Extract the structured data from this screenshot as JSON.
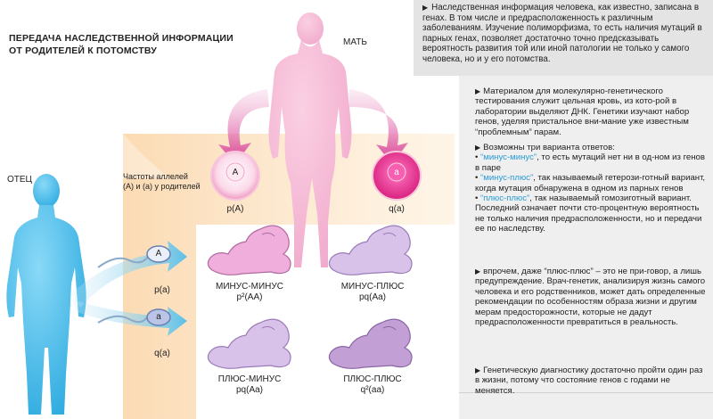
{
  "diagram": {
    "title_line1": "ПЕРЕДАЧА НАСЛЕДСТВЕННОЙ ИНФОРМАЦИИ",
    "title_line2": "ОТ РОДИТЕЛЕЙ К ПОТОМСТВУ",
    "mother_label": "МАТЬ",
    "father_label": "ОТЕЦ",
    "allele_freq_line1": "Частоты аллелей",
    "allele_freq_line2": "(А) и (а) у родителей",
    "egg_A_letter": "А",
    "egg_a_letter": "а",
    "egg_A_freq": "p(A)",
    "egg_a_freq": "q(a)",
    "sperm_A_letter": "А",
    "sperm_a_letter": "а",
    "sperm_A_freq": "p(a)",
    "sperm_a_freq": "q(a)",
    "genotypes": [
      {
        "name": "МИНУС-МИНУС",
        "formula": "p²(AA)"
      },
      {
        "name": "МИНУС-ПЛЮС",
        "formula": "pq(Aa)"
      },
      {
        "name": "ПЛЮС-МИНУС",
        "formula": "pq(Aa)"
      },
      {
        "name": "ПЛЮС-ПЛЮС",
        "formula": "q²(aa)"
      }
    ]
  },
  "info": {
    "top_text": "Наследственная информация человека, как известно, записана в генах. В том числе и предрасположенность к различным заболеваниям. Изучение полиморфизма, то есть наличия мутаций в парных генах, позволяет достаточно точно предсказывать вероятность развития той или иной патологии не только у самого человека, но и у его потомства."
  },
  "panel": {
    "p1": "Материалом для молекулярно-генетического тестирования служит цельная кровь, из кото-рой в лаборатории выделяют ДНК. Генетики изучают набор генов, уделяя пристальное вни-мание уже известным “проблемным” парам.",
    "p2_intro": "Возможны три варианта ответов:",
    "opt1_term": "“минус-минус”",
    "opt1_text": ", то есть мутаций нет ни в од-ном из генов в паре",
    "opt2_term": "“минус-плюс”",
    "opt2_text": ", так называемый гетерози-готный вариант, когда мутация обнаружена в одном из парных генов",
    "opt3_term": "“плюс-плюс”",
    "opt3_text": ", так называемый гомозиготный вариант. Последний означает почти сто-процентную вероятность не только наличия предрасположенности, но и передачи ее по наследству.",
    "p3": "впрочем, даже “плюс-плюс” – это не при-говор, а лишь предупреждение. Врач-генетик, анализируя жизнь самого человека и его родственников, может дать определенные рекомендации по особенностям образа жизни и другим мерам предосторожности, которые не дадут предрасположенности превратиться в реальность.",
    "p4": "Генетическую диагностику достаточно пройти один раз в жизни, потому что состояние генов с годами не меняется."
  }
}
